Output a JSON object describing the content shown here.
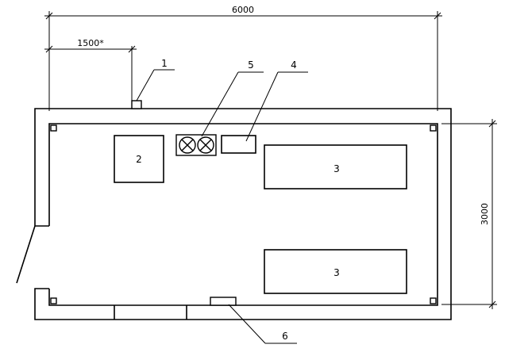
{
  "dimensions": {
    "total_width": "6000",
    "offset": "1500*",
    "total_height": "3000"
  },
  "callouts": [
    "1",
    "5",
    "4",
    "6"
  ],
  "equipment": {
    "item_2": "2",
    "item_3_top": "3",
    "item_3_bottom": "3"
  }
}
